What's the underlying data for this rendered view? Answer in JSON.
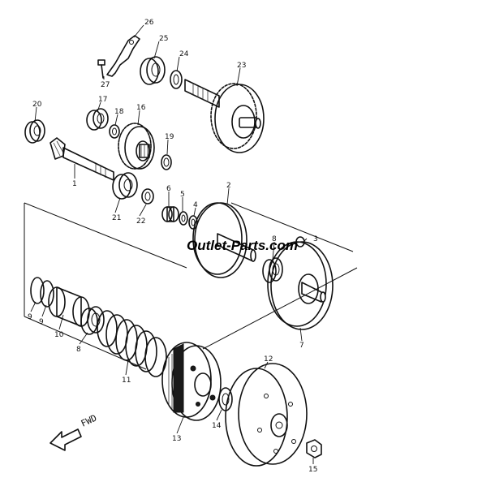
{
  "watermark": "Outlet-Parts.com",
  "direction_label": "FWD",
  "part_numbers": {
    "p1": "1",
    "p2": "2",
    "p3": "3",
    "p4": "4",
    "p5": "5",
    "p6": "6",
    "p7": "7",
    "p8a": "8",
    "p8b": "8",
    "p9a": "9",
    "p9b": "9",
    "p10": "10",
    "p11": "11",
    "p12": "12",
    "p13": "13",
    "p14": "14",
    "p15": "15",
    "p16": "16",
    "p17": "17",
    "p18": "18",
    "p19": "19",
    "p20": "20",
    "p21": "21",
    "p22": "22",
    "p23": "23",
    "p24": "24",
    "p25": "25",
    "p26": "26",
    "p27": "27"
  }
}
